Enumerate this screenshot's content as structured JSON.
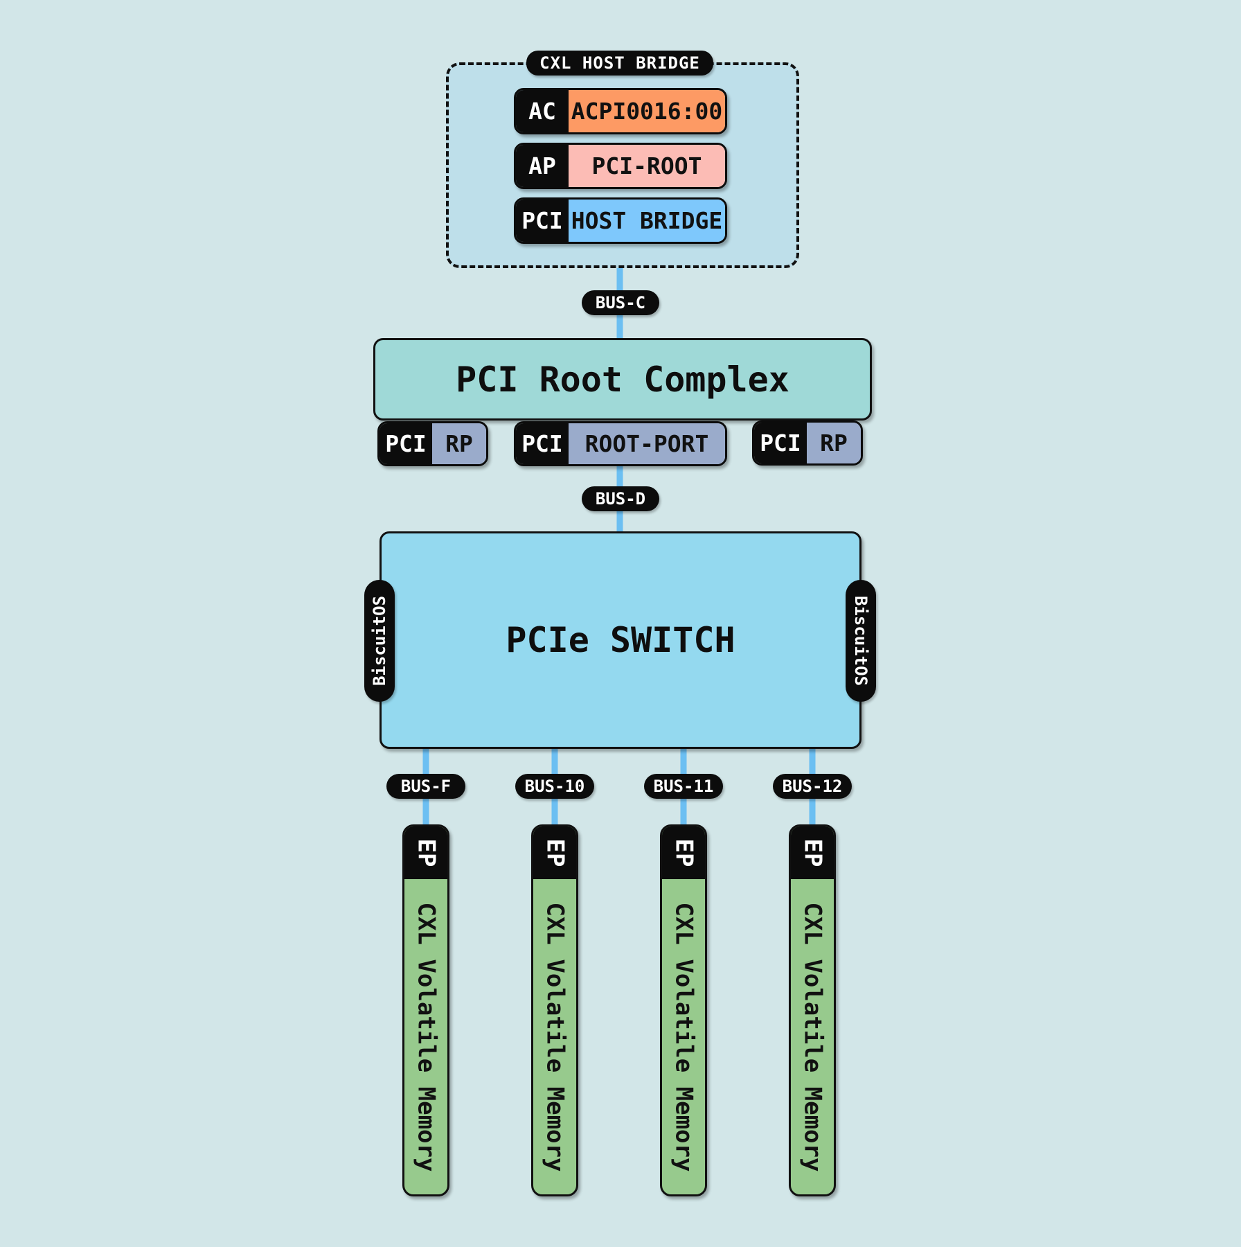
{
  "colors": {
    "background": "#d2e6e8",
    "link": "#6cbff2",
    "acpi": "#fd9a64",
    "pci_root": "#fcbcb5",
    "host_bridge": "#7ec8fc",
    "root_complex": "#9fd9d7",
    "root_port": "#9aabcb",
    "switch": "#94d9ef",
    "endpoint": "#97ca8d"
  },
  "host_bridge_group": {
    "title": "CXL HOST BRIDGE",
    "rows": [
      {
        "key": "AC",
        "value": "ACPI0016:00"
      },
      {
        "key": "AP",
        "value": "PCI-ROOT"
      },
      {
        "key": "PCI",
        "value": "HOST BRIDGE"
      }
    ]
  },
  "buses": {
    "c": "BUS-C",
    "d": "BUS-D",
    "f": "BUS-F",
    "b10": "BUS-10",
    "b11": "BUS-11",
    "b12": "BUS-12"
  },
  "root_complex": {
    "label": "PCI Root Complex"
  },
  "root_ports": [
    {
      "key": "PCI",
      "value": "RP"
    },
    {
      "key": "PCI",
      "value": "ROOT-PORT"
    },
    {
      "key": "PCI",
      "value": "RP"
    }
  ],
  "switch": {
    "label": "PCIe SWITCH",
    "side_left": "BiscuitOS",
    "side_right": "BiscuitOS"
  },
  "endpoints": [
    {
      "key": "EP",
      "value": "CXL Volatile Memory"
    },
    {
      "key": "EP",
      "value": "CXL Volatile Memory"
    },
    {
      "key": "EP",
      "value": "CXL Volatile Memory"
    },
    {
      "key": "EP",
      "value": "CXL Volatile Memory"
    }
  ]
}
